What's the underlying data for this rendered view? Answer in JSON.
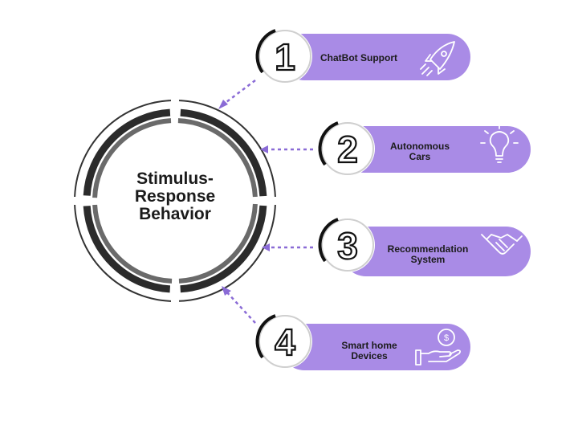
{
  "center": {
    "title": "Stimulus-\nResponse\nBehavior"
  },
  "items": [
    {
      "number": "1",
      "label": "ChatBot Support",
      "icon": "rocket-icon"
    },
    {
      "number": "2",
      "label": "Autonomous\nCars",
      "icon": "lightbulb-icon"
    },
    {
      "number": "3",
      "label": "Recommendation\nSystem",
      "icon": "handshake-icon"
    },
    {
      "number": "4",
      "label": "Smart home\nDevices",
      "icon": "money-hand-icon"
    }
  ],
  "colors": {
    "pill": "#a98be6",
    "ring_dark": "#2b2b2b",
    "ring_mid": "#6a6a6a",
    "arrow": "#8a6bd6",
    "text": "#1b1b1b"
  }
}
